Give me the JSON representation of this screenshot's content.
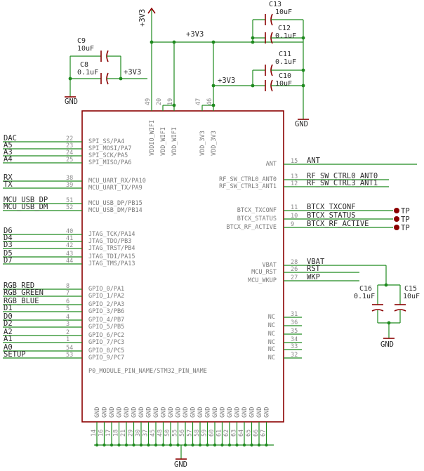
{
  "power": {
    "v33_vertical": "+3V3",
    "v33_top": "+3V3",
    "v33_c8": "+3V3",
    "v33_c11": "+3V3"
  },
  "gnd": {
    "c8": "GND",
    "c12": "GND",
    "bottom": "GND",
    "c15": "GND"
  },
  "caps": {
    "c13": {
      "name": "C13",
      "value": "10uF"
    },
    "c12": {
      "name": "C12",
      "value": "0.1uF"
    },
    "c11": {
      "name": "C11",
      "value": "0.1uF"
    },
    "c10": {
      "name": "C10",
      "value": "10uF"
    },
    "c9": {
      "name": "C9",
      "value": "10uF"
    },
    "c8": {
      "name": "C8",
      "value": "0.1uF"
    },
    "c16": {
      "name": "C16",
      "value": "0.1uF"
    },
    "c15": {
      "name": "C15",
      "value": "10uF"
    }
  },
  "left_pins": [
    {
      "net": "DAC",
      "pin": "22",
      "label": "SPI_SS/PA4"
    },
    {
      "net": "A5",
      "pin": "23",
      "label": "SPI_MOSI/PA7"
    },
    {
      "net": "A3",
      "pin": "24",
      "label": "SPI_SCK/PA5"
    },
    {
      "net": "A4",
      "pin": "25",
      "label": "SPI_MISO/PA6"
    },
    {
      "net": "RX",
      "pin": "38",
      "label": "MCU_UART_RX/PA10"
    },
    {
      "net": "TX",
      "pin": "39",
      "label": "MCU_UART_TX/PA9"
    },
    {
      "net": "MCU_USB_DP",
      "pin": "51",
      "label": "MCU_USB_DP/PB15"
    },
    {
      "net": "MCU_USB_DM",
      "pin": "52",
      "label": "MCU_USB_DM/PB14"
    },
    {
      "net": "D6",
      "pin": "40",
      "label": "JTAG_TCK/PA14"
    },
    {
      "net": "D4",
      "pin": "41",
      "label": "JTAG_TDO/PB3"
    },
    {
      "net": "D3",
      "pin": "42",
      "label": "JTAG_TRST/PB4"
    },
    {
      "net": "D5",
      "pin": "43",
      "label": "JTAG_TDI/PA15"
    },
    {
      "net": "D7",
      "pin": "44",
      "label": "JTAG_TMS/PA13"
    },
    {
      "net": "RGB_RED",
      "pin": "8",
      "label": "GPIO_0/PA1"
    },
    {
      "net": "RGB_GREEN",
      "pin": "7",
      "label": "GPIO_1/PA2"
    },
    {
      "net": "RGB_BLUE",
      "pin": "6",
      "label": "GPIO_2/PA3"
    },
    {
      "net": "D1",
      "pin": "5",
      "label": "GPIO_3/PB6"
    },
    {
      "net": "D0",
      "pin": "4",
      "label": "GPIO_4/PB7"
    },
    {
      "net": "D2",
      "pin": "3",
      "label": "GPIO_5/PB5"
    },
    {
      "net": "A2",
      "pin": "2",
      "label": "GPIO_6/PC2"
    },
    {
      "net": "A1",
      "pin": "1",
      "label": "GPIO_7/PC3"
    },
    {
      "net": "A0",
      "pin": "54",
      "label": "GPIO_8/PC5"
    },
    {
      "net": "SETUP",
      "pin": "53",
      "label": "GPIO_9/PC7"
    }
  ],
  "right_pins": [
    {
      "net": "ANT",
      "pin": "15",
      "label": "ANT"
    },
    {
      "net": "RF_SW_CTRL0_ANT0",
      "pin": "13",
      "label": "RF_SW_CTRL0_ANT0"
    },
    {
      "net": "RF_SW_CTRL3_ANT1",
      "pin": "12",
      "label": "RF_SW_CTRL3_ANT1"
    },
    {
      "net": "BTCX_TXCONF",
      "pin": "11",
      "label": "BTCX_TXCONF",
      "tp": "TP"
    },
    {
      "net": "BTCX_STATUS",
      "pin": "10",
      "label": "BTCX_STATUS",
      "tp": "TP"
    },
    {
      "net": "BTCX_RF_ACTIVE",
      "pin": "9",
      "label": "BTCX_RF_ACTIVE",
      "tp": "TP"
    },
    {
      "net": "VBAT",
      "pin": "28",
      "label": "VBAT"
    },
    {
      "net": "RST",
      "pin": "26",
      "label": "MCU_RST"
    },
    {
      "net": "WKP",
      "pin": "27",
      "label": "MCU_WKUP"
    }
  ],
  "nc_pins": [
    "31",
    "36",
    "35",
    "34",
    "33",
    "32"
  ],
  "nc_label": "NC",
  "top_pins": [
    {
      "pin": "49",
      "label": "VDDIO_WIFI"
    },
    {
      "pin": "20",
      "label": "VDD_WIFI"
    },
    {
      "pin": "19",
      "label": "VDD_WIFI"
    },
    {
      "pin": "47",
      "label": "VDD_3V3"
    },
    {
      "pin": "46",
      "label": "VDD_3V3"
    }
  ],
  "gnd_pins": [
    "14",
    "16",
    "17",
    "18",
    "21",
    "29",
    "30",
    "37",
    "45",
    "48",
    "50",
    "55",
    "56",
    "57",
    "58",
    "59",
    "60",
    "61",
    "62",
    "63",
    "64",
    "65",
    "66",
    "67"
  ],
  "gnd_pin_label": "GND",
  "module_label": "P0_MODULE_PIN_NAME/STM32_PIN_NAME"
}
